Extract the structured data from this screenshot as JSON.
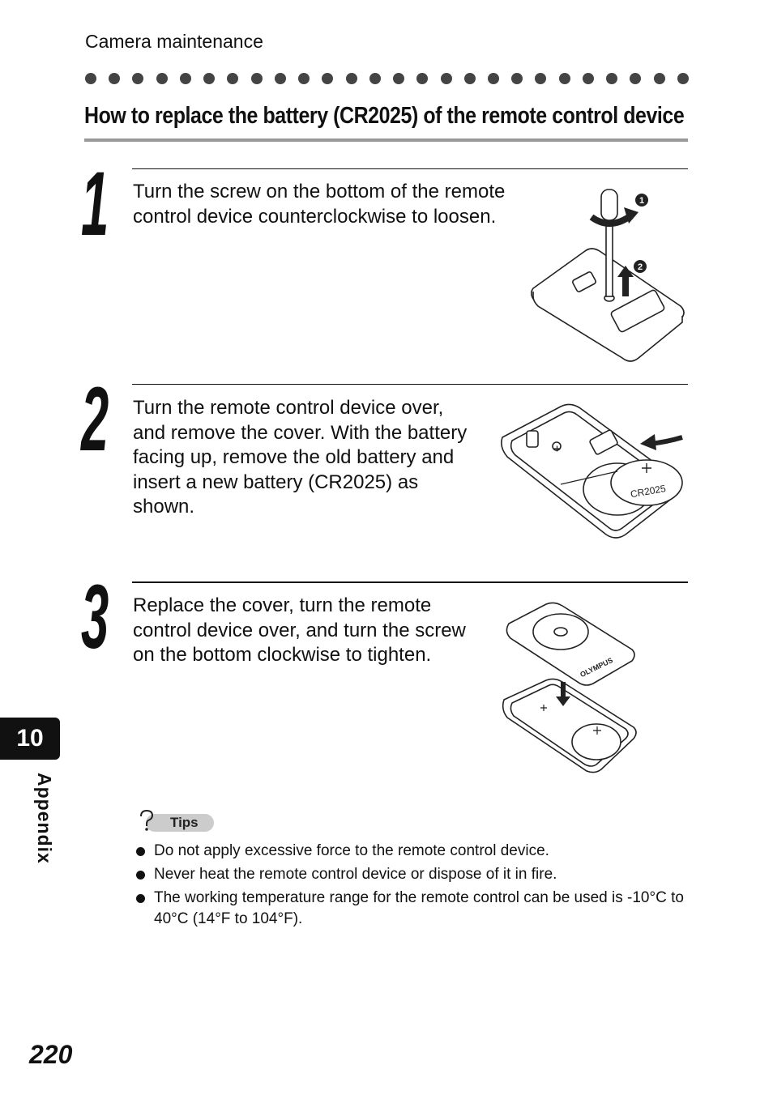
{
  "header": {
    "section": "Camera maintenance"
  },
  "title": "How to replace the battery (CR2025) of the remote control device",
  "steps": [
    {
      "number": "1",
      "text_lines": [
        "Turn the screw on the bottom of the remote",
        "control device counterclockwise to loosen."
      ]
    },
    {
      "number": "2",
      "text_lines": [
        "Turn the remote control device over,",
        "and remove the cover. With the battery",
        "facing up, remove the old battery and",
        "insert a new battery (CR2025) as",
        "shown."
      ]
    },
    {
      "number": "3",
      "text_lines": [
        "Replace the cover, turn the remote",
        "control device over, and turn the screw",
        "on the bottom clockwise to tighten."
      ]
    }
  ],
  "illustrations": {
    "step1_markers": [
      "1",
      "2"
    ],
    "battery_label": "CR2025",
    "brand_label": "OLYMPUS"
  },
  "tips": {
    "label": "Tips",
    "items": [
      "Do not apply excessive force to the remote control device.",
      "Never heat the remote control device or dispose of it in fire.",
      "The working temperature range for the remote control can be used is -10°C to 40°C (14°F to 104°F)."
    ]
  },
  "chapter": {
    "number": "10",
    "name": "Appendix"
  },
  "page_number": "220"
}
